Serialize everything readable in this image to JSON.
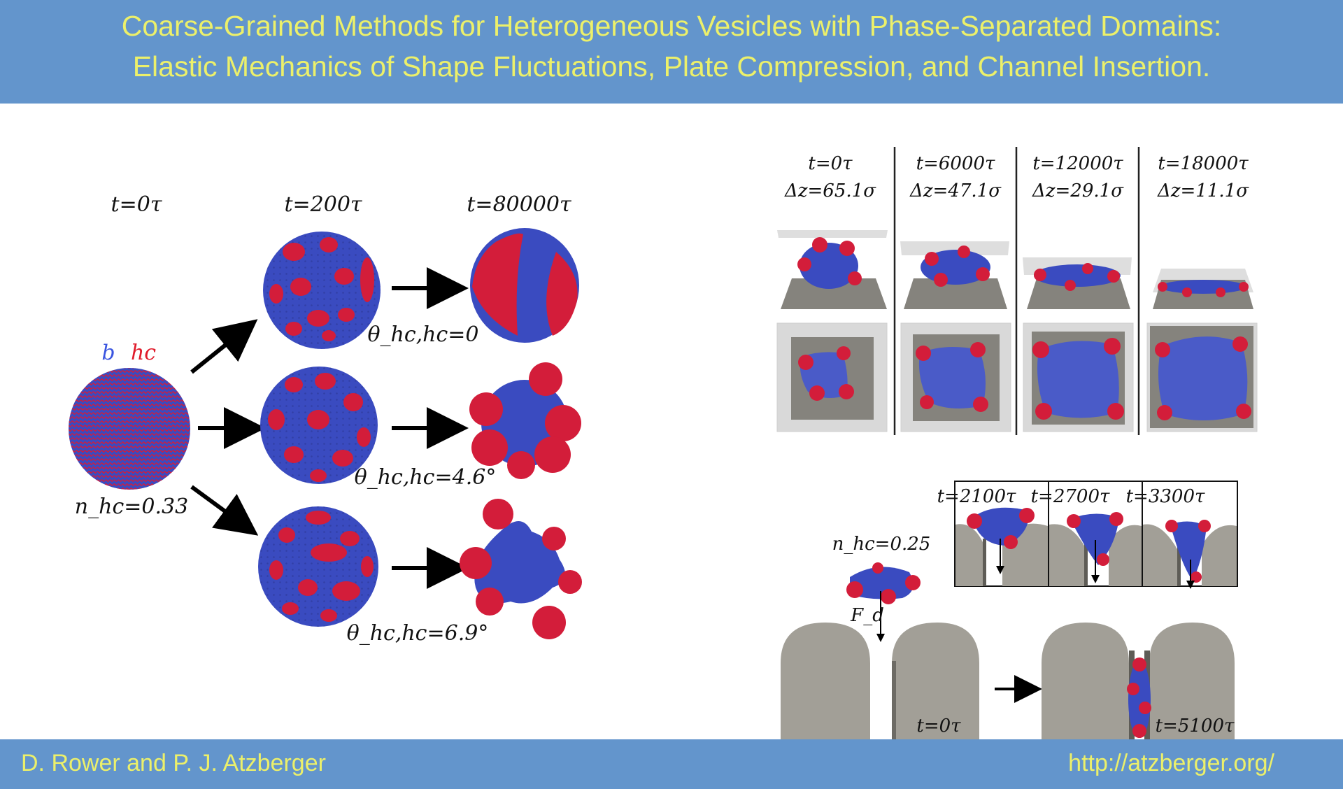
{
  "header": {
    "title_line1": "Coarse-Grained Methods for Heterogeneous Vesicles with Phase-Separated Domains:",
    "title_line2": "Elastic Mechanics of Shape Fluctuations, Plate Compression, and Channel Insertion."
  },
  "left_panel": {
    "time_labels": [
      "t=0τ",
      "t=200τ",
      "t=80000τ"
    ],
    "legend_b": "b",
    "legend_hc": "hc",
    "n_hc_label": "n_hc=0.33",
    "theta_labels": [
      "θ_hc,hc=0",
      "θ_hc,hc=4.6°",
      "θ_hc,hc=6.9°"
    ]
  },
  "compression_panel": {
    "frames": [
      {
        "t": "t=0τ",
        "dz": "Δz=65.1σ"
      },
      {
        "t": "t=6000τ",
        "dz": "Δz=47.1σ"
      },
      {
        "t": "t=12000τ",
        "dz": "Δz=29.1σ"
      },
      {
        "t": "t=18000τ",
        "dz": "Δz=11.1σ"
      }
    ]
  },
  "channel_panel": {
    "inset_times": [
      "t=2100τ",
      "t=2700τ",
      "t=3300τ"
    ],
    "n_hc_label": "n_hc=0.25",
    "force_label": "F_d",
    "start_time": "t=0τ",
    "end_time": "t=5100τ"
  },
  "footer": {
    "authors": "D. Rower and P. J. Atzberger",
    "url": "http://atzberger.org/"
  },
  "colors": {
    "bar": "#6395cc",
    "title_text": "#ecf06a",
    "b_phase": "#3a4bc0",
    "hc_phase": "#d31d3a",
    "channel": "#a29f97"
  }
}
